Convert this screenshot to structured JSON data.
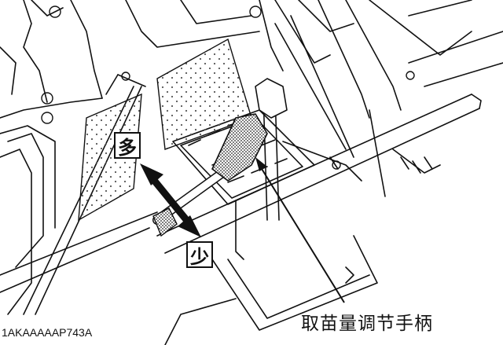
{
  "labels": {
    "more": "多",
    "less": "少"
  },
  "callout": {
    "text": "取苗量调节手柄"
  },
  "figure_code": "1AKAAAAAP743A",
  "colors": {
    "line": "#111111",
    "background": "#ffffff",
    "stipple": "#555555"
  }
}
